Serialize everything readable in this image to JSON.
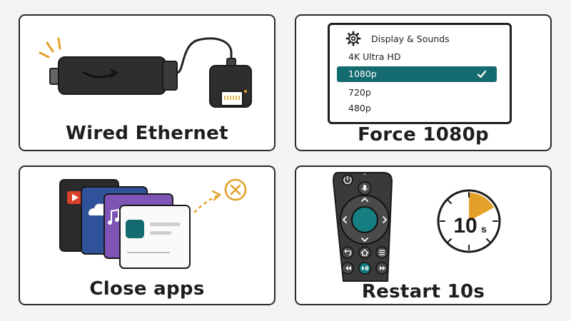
{
  "panels": {
    "ethernet": {
      "caption": "Wired Ethernet"
    },
    "resolution": {
      "caption": "Force 1080p",
      "menu_title": "Display & Sounds",
      "options": [
        "4K Ultra HD",
        "1080p",
        "720p",
        "480p"
      ],
      "selected_index": 1
    },
    "close_apps": {
      "caption": "Close apps"
    },
    "restart": {
      "caption": "Restart 10s",
      "timer_value": "10",
      "timer_unit": "s"
    }
  },
  "colors": {
    "teal": "#146b6f",
    "orange": "#e3a12a",
    "dark": "#2b2b2b"
  },
  "icons": [
    "fire-tv-stick-icon",
    "ethernet-adapter-icon",
    "gear-icon",
    "checkmark-icon",
    "app-card-icon",
    "close-circle-icon",
    "remote-control-icon",
    "stopwatch-icon"
  ]
}
